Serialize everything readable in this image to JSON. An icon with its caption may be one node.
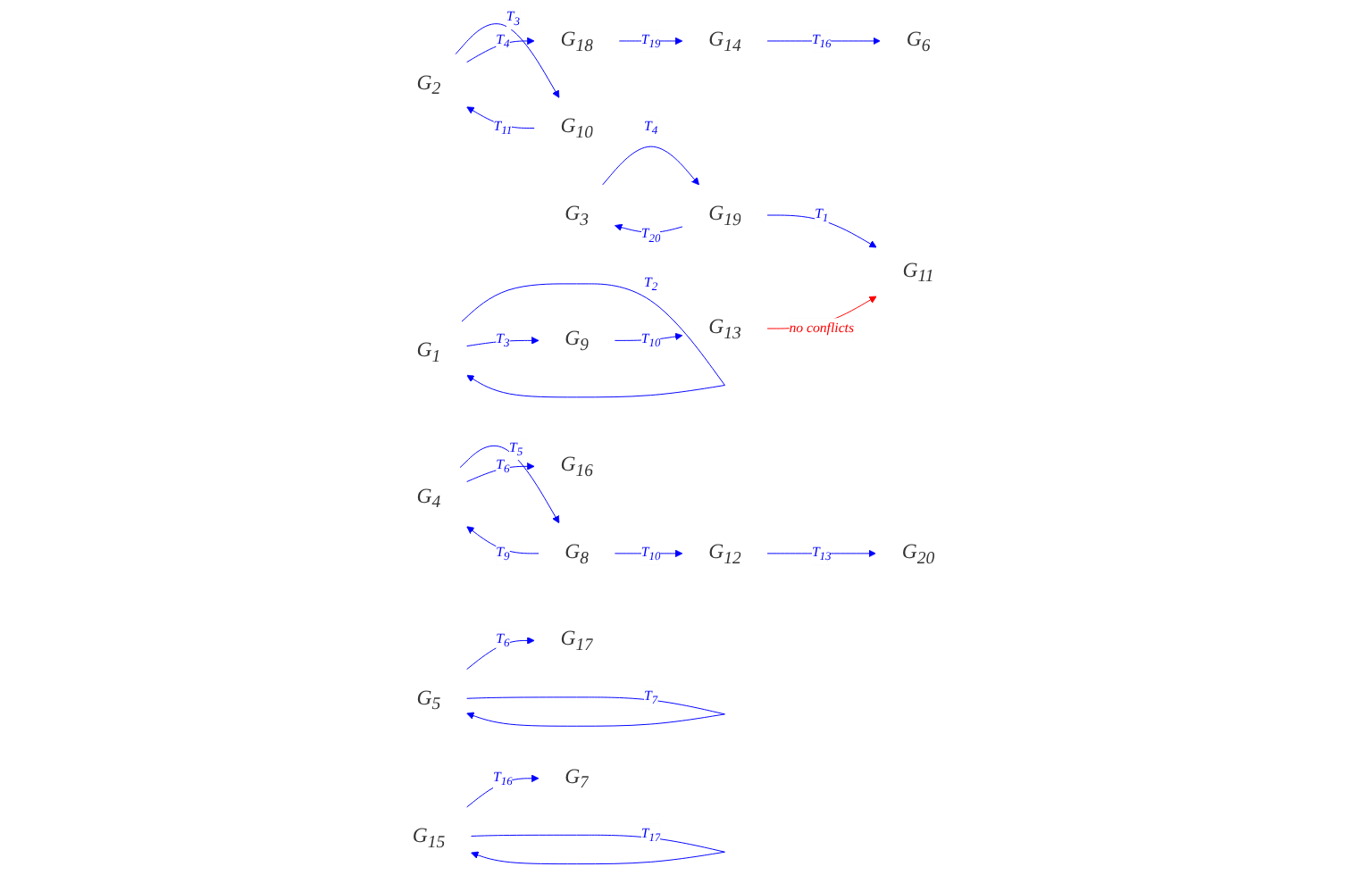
{
  "diagram": {
    "nodes": [
      {
        "text": [
          "G$_{1}$"
        ]
      },
      {
        "text": [
          "G$_{9}$"
        ]
      },
      {
        "text": [
          "G$_{13}$"
        ]
      },
      {
        "text": [
          "G$_{17}$"
        ]
      },
      {
        "text": [
          "G$_{5}$"
        ]
      },
      {
        "text": [
          "G$_{3}$"
        ]
      },
      {
        "text": [
          "G$_{19}$"
        ]
      },
      {
        "text": [
          "G$_{11}$"
        ]
      },
      {
        "text": [
          "G$_{7}$"
        ]
      },
      {
        "text": [
          "G$_{15}$"
        ]
      },
      {
        "text": [
          "G$_{6}$"
        ]
      },
      {
        "text": [
          "G$_{14}$"
        ]
      },
      {
        "text": [
          "G$_{18}$"
        ]
      },
      {
        "text": [
          "G$_{2}$"
        ]
      },
      {
        "text": [
          "G$_{10}$"
        ]
      },
      {
        "text": [
          "G$_{16}$"
        ]
      },
      {
        "text": [
          "G$_{4}$"
        ]
      },
      {
        "text": [
          "G$_{8}$"
        ]
      },
      {
        "text": [
          "G$_{12}$"
        ]
      },
      {
        "text": [
          "G$_{20}$"
        ]
      }
    ],
    "edges": [
      {
        "from": 0,
        "to": 0,
        "arrow": "to",
        "label": "T$_{2}$"
      },
      {
        "from": 0,
        "to": 1,
        "arrow": "to",
        "label": "T$_{3}$"
      },
      {
        "from": 1,
        "to": 2,
        "arrow": "to",
        "label": "T$_{10}$"
      },
      {
        "from": 4,
        "to": 3,
        "arrow": "to",
        "label": "T$_{6}$"
      },
      {
        "from": 4,
        "to": 4,
        "arrow": "to",
        "label": "T$_{7}$"
      },
      {
        "from": 2,
        "to": 7,
        "arrow": "to",
        "label": "no conflicts",
        "color": "#ff0000"
      },
      {
        "from": 5,
        "to": 6,
        "arrow": "to",
        "label": "T$_{4}$"
      },
      {
        "from": 6,
        "to": 5,
        "arrow": "to",
        "label": "T$_{20}$"
      },
      {
        "from": 6,
        "to": 7,
        "arrow": "to",
        "label": "T$_{1}$"
      },
      {
        "from": 9,
        "to": 8,
        "arrow": "to",
        "label": "T$_{16}$"
      },
      {
        "from": 9,
        "to": 9,
        "arrow": "to",
        "label": "T$_{17}$"
      },
      {
        "from": 13,
        "to": 14,
        "arrow": "to",
        "label": "T$_{3}$"
      },
      {
        "from": 14,
        "to": 13,
        "arrow": "to",
        "label": "T$_{11}$"
      },
      {
        "from": 13,
        "to": 12,
        "arrow": "to",
        "label": "T$_{4}$"
      },
      {
        "from": 12,
        "to": 11,
        "arrow": "to",
        "label": "T$_{19}$"
      },
      {
        "from": 11,
        "to": 10,
        "arrow": "to",
        "label": "T$_{16}$"
      },
      {
        "from": 16,
        "to": 17,
        "arrow": "to",
        "label": "T$_{5}$"
      },
      {
        "from": 17,
        "to": 16,
        "arrow": "to",
        "label": "T$_{9}$"
      },
      {
        "from": 16,
        "to": 15,
        "arrow": "to",
        "label": "T$_{6}$"
      },
      {
        "from": 17,
        "to": 18,
        "arrow": "to",
        "label": "T$_{10}$"
      },
      {
        "from": 18,
        "to": 19,
        "arrow": "to",
        "label": "T$_{13}$"
      }
    ]
  }
}
